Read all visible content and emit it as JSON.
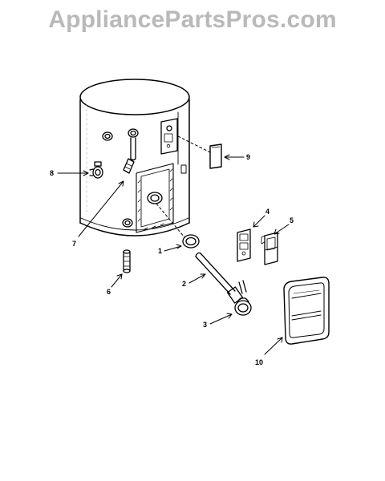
{
  "watermark": {
    "text": "AppliancePartsPros.com"
  },
  "callouts": [
    {
      "id": "1",
      "label": "1"
    },
    {
      "id": "2",
      "label": "2"
    },
    {
      "id": "3",
      "label": "3"
    },
    {
      "id": "4",
      "label": "4"
    },
    {
      "id": "5",
      "label": "5"
    },
    {
      "id": "6",
      "label": "6"
    },
    {
      "id": "7",
      "label": "7"
    },
    {
      "id": "8",
      "label": "8"
    },
    {
      "id": "9",
      "label": "9"
    },
    {
      "id": "10",
      "label": "10"
    }
  ],
  "colors": {
    "line": "#000000",
    "watermark": "#b9b9b9",
    "background": "#ffffff"
  }
}
